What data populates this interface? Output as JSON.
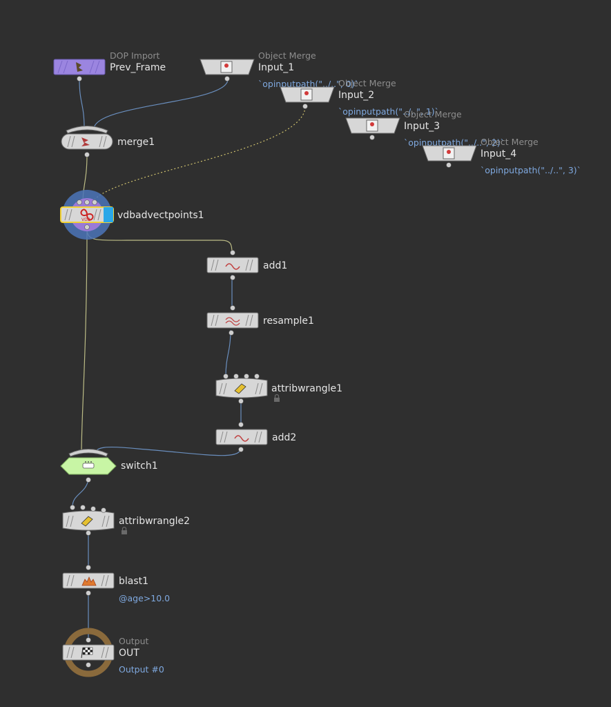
{
  "network": {
    "nodes": {
      "prev_frame": {
        "type": "DOP Import",
        "name": "Prev_Frame"
      },
      "input_1": {
        "type": "Object Merge",
        "name": "Input_1",
        "expr": "`opinputpath(\"../..\", 0)`"
      },
      "input_2": {
        "type": "Object Merge",
        "name": "Input_2",
        "expr": "`opinputpath(\"../..\", 1)`"
      },
      "input_3": {
        "type": "Object Merge",
        "name": "Input_3",
        "expr": "`opinputpath(\"../..\", 2)`"
      },
      "input_4": {
        "type": "Object Merge",
        "name": "Input_4",
        "expr": "`opinputpath(\"../..\", 3)`"
      },
      "merge1": {
        "name": "merge1"
      },
      "vdbadvectpoints1": {
        "name": "vdbadvectpoints1",
        "icon_text": "VDB"
      },
      "add1": {
        "name": "add1"
      },
      "resample1": {
        "name": "resample1"
      },
      "attribwrangle1": {
        "name": "attribwrangle1"
      },
      "add2": {
        "name": "add2"
      },
      "switch1": {
        "name": "switch1"
      },
      "attribwrangle2": {
        "name": "attribwrangle2"
      },
      "blast1": {
        "name": "blast1",
        "expr": "@age>10.0"
      },
      "out": {
        "type": "Output",
        "name": "OUT",
        "expr": "Output #0"
      }
    }
  },
  "colors": {
    "background": "#2f2f2f",
    "dop_import": "#9b85e0",
    "switch": "#c8f5a5",
    "output_ring": "#8a6a3c",
    "display_flag": "#2aa7e8",
    "selection": "#f2d235",
    "wire": "#6a8fbf"
  }
}
